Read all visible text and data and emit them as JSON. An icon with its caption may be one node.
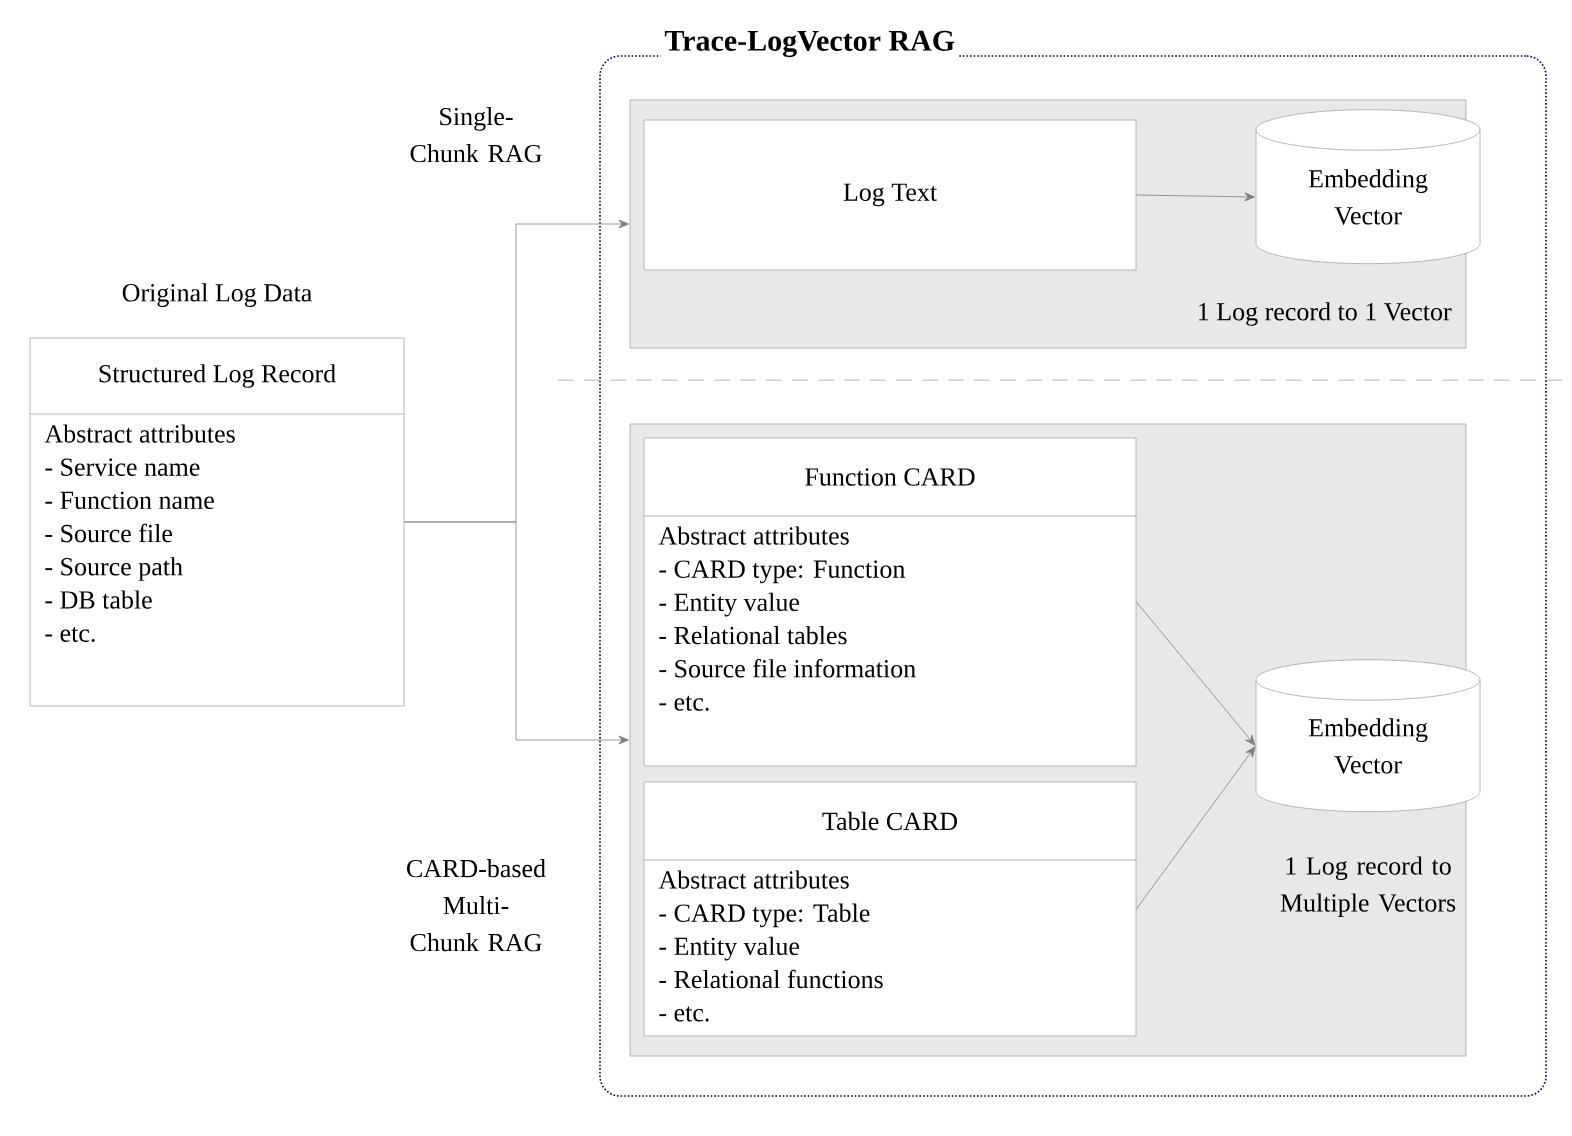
{
  "diagram": {
    "nodes": [
      {
        "text": [
          "Original Log Data",
          "Structured Log Record",
          "Abstract attributes",
          "- Service name",
          "- Function name",
          "- Source file",
          "- Source path",
          "- DB table",
          "- etc."
        ]
      },
      {
        "text": [
          "Trace-LogVector RAG"
        ]
      },
      {
        "text": [],
        "shape": "box",
        "in": 1
      },
      {
        "text": [
          "Log Text"
        ],
        "in": 2
      },
      {
        "text": [
          "Embedding Vector"
        ],
        "in": 2,
        "beside": [
          "1 Log record to 1 Vector"
        ]
      },
      {
        "text": [],
        "shape": "box",
        "in": 1
      },
      {
        "text": [
          "Function CARD",
          "Abstract attributes",
          "- CARD type: Function",
          "- Entity value",
          "- Relational tables",
          "- Source file information",
          "- etc."
        ],
        "in": 5
      },
      {
        "text": [
          "Table CARD",
          "Abstract attributes",
          "- CARD type: Table",
          "- Entity value",
          "- Relational functions",
          "- etc."
        ],
        "in": 5
      },
      {
        "text": [
          "Embedding Vector"
        ],
        "in": 5,
        "beside": [
          "1 Log record to Multiple Vectors"
        ]
      }
    ],
    "edges": [
      {
        "from": 0,
        "to": 2,
        "arrow": "to"
      },
      {
        "from": 0,
        "to": 5,
        "arrow": "to"
      },
      {
        "from": 3,
        "to": 4,
        "arrow": "to"
      },
      {
        "from": 6,
        "to": 8,
        "arrow": "to"
      },
      {
        "from": 7,
        "to": 8,
        "arrow": "to"
      }
    ],
    "labels": [
      "Single-Chunk RAG",
      "CARD-based Multi-Chunk RAG"
    ]
  }
}
